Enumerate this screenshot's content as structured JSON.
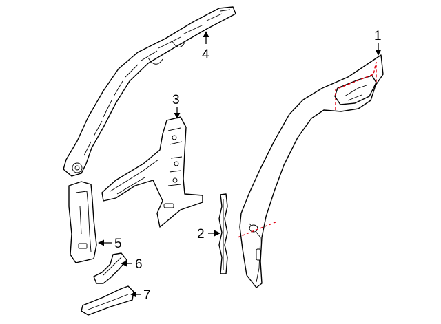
{
  "callouts": {
    "c1": "1",
    "c2": "2",
    "c3": "3",
    "c4": "4",
    "c5": "5",
    "c6": "6",
    "c7": "7"
  },
  "colors": {
    "line": "#000000",
    "cut_line": "#e0000f",
    "background": "#ffffff"
  }
}
